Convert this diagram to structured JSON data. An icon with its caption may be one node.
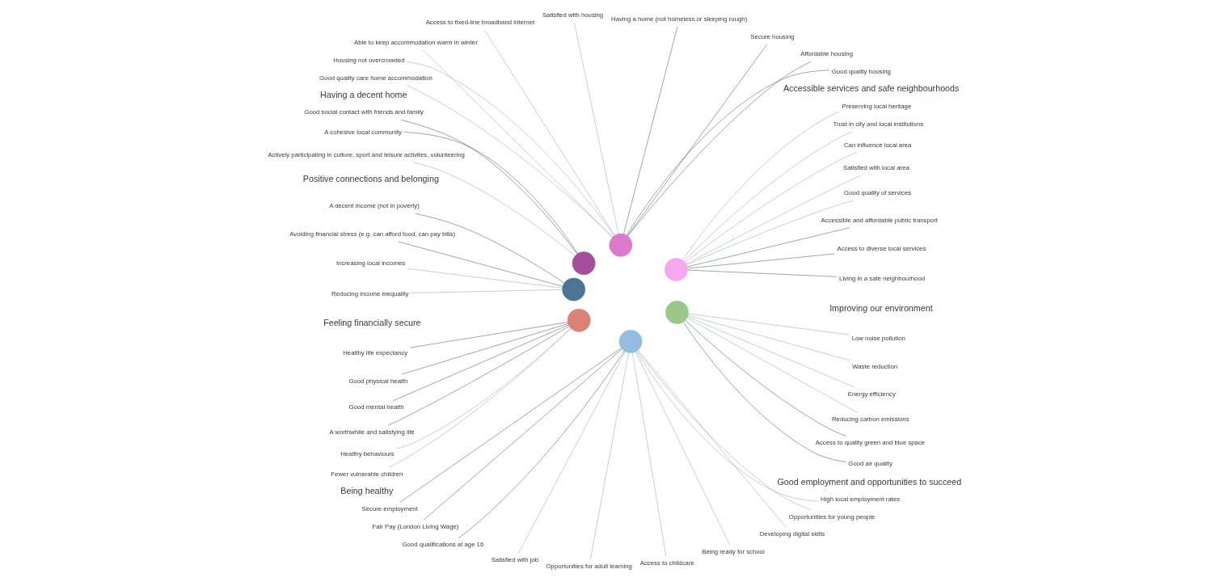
{
  "diagram": {
    "nodes": [
      {
        "text": [],
        "shape": "circle"
      },
      {
        "text": [],
        "shape": "circle"
      },
      {
        "text": [],
        "shape": "circle"
      },
      {
        "text": [],
        "shape": "circle"
      },
      {
        "text": [],
        "shape": "circle"
      },
      {
        "text": [],
        "shape": "circle"
      },
      {
        "text": [],
        "shape": "circle"
      },
      {
        "text": [
          "Living in a safe neighbourhood"
        ]
      },
      {
        "text": [
          "Access to diverse local services"
        ]
      },
      {
        "text": [
          "Accessible and affordable public transport"
        ]
      },
      {
        "text": [
          "Good quality of services"
        ]
      },
      {
        "text": [
          "Satisfied with local area"
        ]
      },
      {
        "text": [
          "Can influence local area"
        ]
      },
      {
        "text": [
          "Trust in city and local institutions"
        ]
      },
      {
        "text": [
          "Preserving local heritage"
        ]
      },
      {
        "text": [
          "A decent income (not in poverty)"
        ]
      },
      {
        "text": [
          "Avoiding financial stress (e.g. can afford food, can pay bills)"
        ]
      },
      {
        "text": [
          "Increasing local incomes"
        ]
      },
      {
        "text": [
          "Reducing income inequality"
        ]
      },
      {
        "text": [
          "Secure employment"
        ]
      },
      {
        "text": [
          "Fair Pay (London Living Wage)"
        ]
      },
      {
        "text": [
          "Good qualifications at age 16"
        ]
      },
      {
        "text": [
          "Satisfied with job"
        ]
      },
      {
        "text": [
          "Opportunities for adult learning"
        ]
      },
      {
        "text": [
          "Access to childcare"
        ]
      },
      {
        "text": [
          "Being ready for school"
        ]
      },
      {
        "text": [
          "Developing digital skills"
        ]
      },
      {
        "text": [
          "Opportunities for young people"
        ]
      },
      {
        "text": [
          "High local employment rates"
        ]
      },
      {
        "text": [
          "Good quality housing"
        ]
      },
      {
        "text": [
          "Affordable housing"
        ]
      },
      {
        "text": [
          "Secure housing"
        ]
      },
      {
        "text": [
          "Having a home (not homeless or sleeping rough)"
        ]
      },
      {
        "text": [
          "Satisfied with housing"
        ]
      },
      {
        "text": [
          "Access to fixed-line broadband internet"
        ]
      },
      {
        "text": [
          "Able to keep accommodation warm in winter"
        ]
      },
      {
        "text": [
          "Housing not overcrowded"
        ]
      },
      {
        "text": [
          "Good quality care home accommodation"
        ]
      },
      {
        "text": [
          "Good air quality"
        ]
      },
      {
        "text": [
          "Access to quality green and blue space"
        ]
      },
      {
        "text": [
          "Reducing carbon emissions"
        ]
      },
      {
        "text": [
          "Energy efficiency"
        ]
      },
      {
        "text": [
          "Waste reduction"
        ]
      },
      {
        "text": [
          "Low noise pollution"
        ]
      },
      {
        "text": [
          "Healthy life expectancy"
        ]
      },
      {
        "text": [
          "Good physical health"
        ]
      },
      {
        "text": [
          "Good mental health"
        ]
      },
      {
        "text": [
          "A worthwhile and satisfying life"
        ]
      },
      {
        "text": [
          "Healthy behaviours"
        ]
      },
      {
        "text": [
          "Fewer vulnerable children"
        ]
      },
      {
        "text": [
          "Good social contact with friends and family"
        ]
      },
      {
        "text": [
          "A cohesive local community"
        ]
      },
      {
        "text": [
          "Actively participating in culture, sport and leisure activites, volunteering"
        ]
      }
    ],
    "edges": [
      {
        "from": 0,
        "to": 7,
        "arrow": "none",
        "color": "#3d4549"
      },
      {
        "from": 0,
        "to": 8,
        "arrow": "none",
        "color": "#3d4549"
      },
      {
        "from": 0,
        "to": 9,
        "arrow": "none",
        "color": "#3d4549"
      },
      {
        "from": 0,
        "to": 10,
        "arrow": "none"
      },
      {
        "from": 0,
        "to": 11,
        "arrow": "none"
      },
      {
        "from": 0,
        "to": 12,
        "arrow": "none"
      },
      {
        "from": 0,
        "to": 13,
        "arrow": "none"
      },
      {
        "from": 0,
        "to": 14,
        "arrow": "none"
      },
      {
        "from": 3,
        "to": 15,
        "arrow": "none",
        "color": "#3d4549"
      },
      {
        "from": 3,
        "to": 16,
        "arrow": "none",
        "color": "#3d4549"
      },
      {
        "from": 3,
        "to": 17,
        "arrow": "none"
      },
      {
        "from": 3,
        "to": 18,
        "arrow": "none"
      },
      {
        "from": 5,
        "to": 19,
        "arrow": "none",
        "color": "#3d4549"
      },
      {
        "from": 5,
        "to": 20,
        "arrow": "none",
        "color": "#3d4549"
      },
      {
        "from": 5,
        "to": 21,
        "arrow": "none",
        "color": "#3d4549"
      },
      {
        "from": 5,
        "to": 22,
        "arrow": "none"
      },
      {
        "from": 5,
        "to": 23,
        "arrow": "none"
      },
      {
        "from": 5,
        "to": 24,
        "arrow": "none"
      },
      {
        "from": 5,
        "to": 25,
        "arrow": "none"
      },
      {
        "from": 5,
        "to": 26,
        "arrow": "none"
      },
      {
        "from": 5,
        "to": 27,
        "arrow": "none"
      },
      {
        "from": 5,
        "to": 28,
        "arrow": "none"
      },
      {
        "from": 1,
        "to": 29,
        "arrow": "none",
        "color": "#3d4549"
      },
      {
        "from": 1,
        "to": 30,
        "arrow": "none",
        "color": "#3d4549"
      },
      {
        "from": 1,
        "to": 31,
        "arrow": "none",
        "color": "#3d4549"
      },
      {
        "from": 1,
        "to": 32,
        "arrow": "none",
        "color": "#3d4549"
      },
      {
        "from": 1,
        "to": 33,
        "arrow": "none"
      },
      {
        "from": 1,
        "to": 34,
        "arrow": "none"
      },
      {
        "from": 1,
        "to": 35,
        "arrow": "none"
      },
      {
        "from": 1,
        "to": 36,
        "arrow": "none"
      },
      {
        "from": 1,
        "to": 37,
        "arrow": "none"
      },
      {
        "from": 6,
        "to": 38,
        "arrow": "none",
        "color": "#3d4549"
      },
      {
        "from": 6,
        "to": 39,
        "arrow": "none",
        "color": "#3d4549"
      },
      {
        "from": 6,
        "to": 40,
        "arrow": "none"
      },
      {
        "from": 6,
        "to": 41,
        "arrow": "none"
      },
      {
        "from": 6,
        "to": 42,
        "arrow": "none"
      },
      {
        "from": 6,
        "to": 43,
        "arrow": "none"
      },
      {
        "from": 4,
        "to": 44,
        "arrow": "none",
        "color": "#3d4549"
      },
      {
        "from": 4,
        "to": 45,
        "arrow": "none",
        "color": "#3d4549"
      },
      {
        "from": 4,
        "to": 46,
        "arrow": "none",
        "color": "#3d4549"
      },
      {
        "from": 4,
        "to": 47,
        "arrow": "none",
        "color": "#3d4549"
      },
      {
        "from": 4,
        "to": 48,
        "arrow": "none"
      },
      {
        "from": 4,
        "to": 49,
        "arrow": "none"
      },
      {
        "from": 2,
        "to": 50,
        "arrow": "none",
        "color": "#3d4549"
      },
      {
        "from": 2,
        "to": 51,
        "arrow": "none",
        "color": "#3d4549"
      },
      {
        "from": 2,
        "to": 52,
        "arrow": "none"
      }
    ],
    "labels": [
      "Accessible services and safe neighbourhoods",
      "Feeling financially secure",
      "Good employment and opportunities to succeed",
      "Having a decent home",
      "Improving our environment",
      "Being healthy",
      "Positive connections and belonging"
    ]
  }
}
